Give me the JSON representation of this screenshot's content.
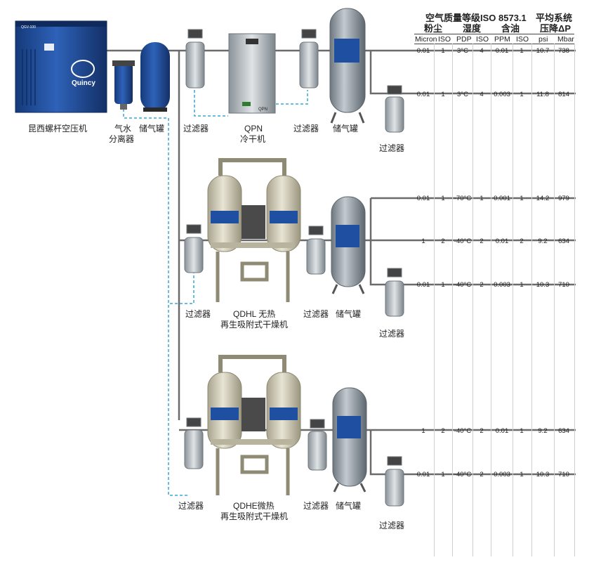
{
  "header": {
    "title": "空气质量等级ISO 8573.1",
    "dust": "粉尘",
    "humidity": "湿度",
    "oil": "含油",
    "avg_title": "平均系统",
    "pressure_drop": "压降ΔP"
  },
  "columns": [
    "Micron",
    "ISO",
    "PDP",
    "ISO",
    "PPM",
    "ISO",
    "psi",
    "Mbar"
  ],
  "rows": [
    [
      "0.01",
      "1",
      "3°C",
      "4",
      "0.01",
      "1",
      "10.7",
      "738"
    ],
    [
      "0.01",
      "1",
      "3°C",
      "4",
      "0.003",
      "1",
      "11.8",
      "814"
    ],
    [
      "0.01",
      "1",
      "-70°C",
      "1",
      "0.001",
      "1",
      "14.2",
      "979"
    ],
    [
      "1",
      "2",
      "-40°C",
      "2",
      "0.01",
      "2",
      "9.2",
      "634"
    ],
    [
      "0.01",
      "1",
      "-40°C",
      "2",
      "0.003",
      "1",
      "10.3",
      "710"
    ],
    [
      "1",
      "2",
      "-40°C",
      "2",
      "0.01",
      "1",
      "9.2",
      "634"
    ],
    [
      "0.01",
      "1",
      "-40°C",
      "2",
      "0.003",
      "1",
      "10.3",
      "710"
    ]
  ],
  "labels": {
    "compressor": "昆西螺杆空压机",
    "separator_1": "气水",
    "separator_2": "分离器",
    "tank": "储气罐",
    "filter": "过滤器",
    "qpn_1": "QPN",
    "qpn_2": "冷干机",
    "qdhl_1": "QDHL 无热",
    "qdhl_2": "再生吸附式干燥机",
    "qdhe_1": "QDHE微热",
    "qdhe_2": "再生吸附式干燥机"
  },
  "equipment_text": {
    "compressor_model": "QGV-100",
    "brand": "Quincy",
    "qpn_badge": "QPN"
  },
  "colors": {
    "pipe": "#6b6b6b",
    "dashed": "#35a9d8",
    "blue": "#1f4fa0",
    "tank": "#9aa3ab",
    "dryer": "#d7d1bd"
  }
}
